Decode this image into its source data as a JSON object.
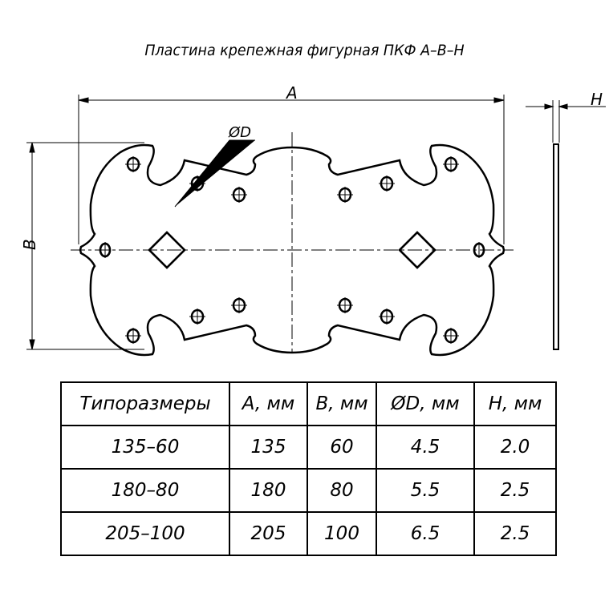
{
  "title": "Пластина крепежная фигурная ПКФ А–В–Н",
  "labels": {
    "A": "A",
    "B": "B",
    "D": "ØD",
    "H": "H"
  },
  "table": {
    "headers": [
      "Типоразмеры",
      "A, мм",
      "B, мм",
      "ØD, мм",
      "H, мм"
    ],
    "rows": [
      [
        "135–60",
        "135",
        "60",
        "4.5",
        "2.0"
      ],
      [
        "180–80",
        "180",
        "80",
        "5.5",
        "2.5"
      ],
      [
        "205–100",
        "205",
        "100",
        "6.5",
        "2.5"
      ]
    ]
  }
}
